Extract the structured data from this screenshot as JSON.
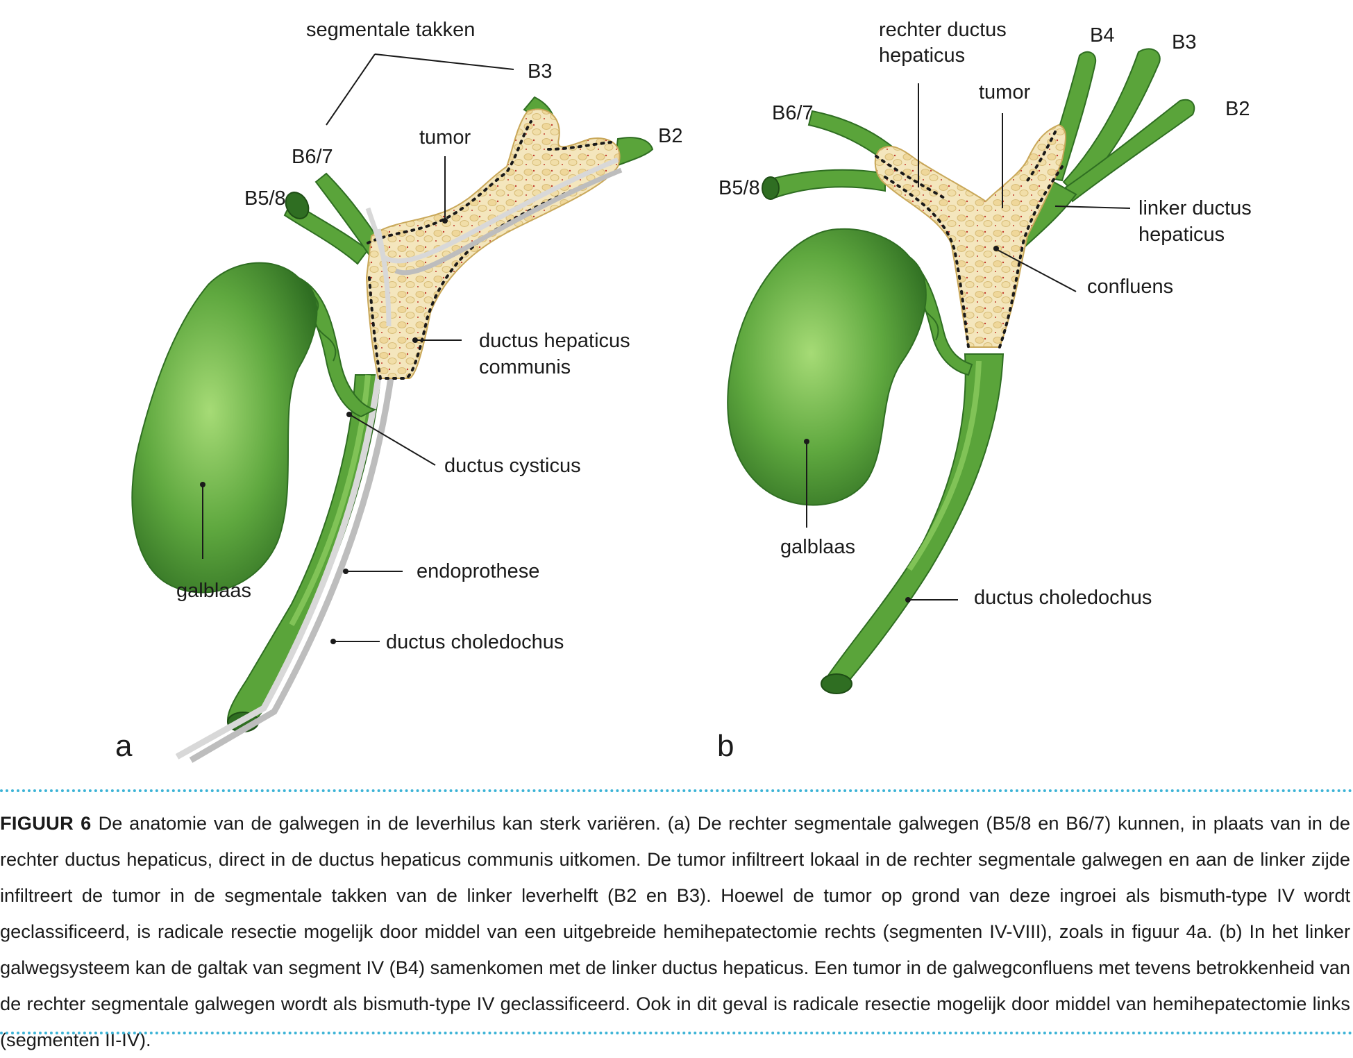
{
  "panels": {
    "a": {
      "letter": "a",
      "labels": {
        "segmentale_takken": "segmentale takken",
        "b3": "B3",
        "b2": "B2",
        "b6_7": "B6/7",
        "b5_8": "B5/8",
        "tumor": "tumor",
        "ductus_hepaticus_communis_1": "ductus hepaticus",
        "ductus_hepaticus_communis_2": "communis",
        "ductus_cysticus": "ductus cysticus",
        "endoprothese": "endoprothese",
        "ductus_choledochus": "ductus choledochus",
        "galblaas": "galblaas"
      }
    },
    "b": {
      "letter": "b",
      "labels": {
        "rechter_ductus_1": "rechter ductus",
        "rechter_ductus_2": "hepaticus",
        "b4": "B4",
        "b3": "B3",
        "b2": "B2",
        "b6_7": "B6/7",
        "b5_8": "B5/8",
        "tumor": "tumor",
        "linker_ductus_1": "linker ductus",
        "linker_ductus_2": "hepaticus",
        "confluens": "confluens",
        "galblaas": "galblaas",
        "ductus_choledochus": "ductus choledochus"
      }
    }
  },
  "caption": {
    "figure_label": "FIGUUR 6",
    "text": "De anatomie van de galwegen in de leverhilus kan sterk variëren. (a) De rechter segmentale galwegen (B5/8 en B6/7) kunnen, in plaats van in de rechter ductus hepaticus, direct in de ductus hepaticus communis uitkomen. De tumor infiltreert lokaal in de rechter segmentale galwegen en aan de linker zijde infiltreert de tumor in de segmentale takken van de linker leverhelft (B2 en B3). Hoewel de tumor op grond van deze ingroei als bismuth-type IV wordt geclassificeerd, is radicale resectie mogelijk door middel van een uitgebreide hemihepatectomie rechts (segmenten IV-VIII), zoals in figuur 4a. (b) In het linker galwegsysteem kan de galtak van segment IV (B4) samenkomen met de linker ductus hepaticus.  Een tumor in de galwegconfluens met tevens betrokkenheid van de rechter segmentale galwegen wordt als bismuth-type IV geclassificeerd. Ook in dit geval is radicale resectie mogelijk door middel van hemihepatectomie links (segmenten II-IV)."
  },
  "colors": {
    "duct_green": "#4f9a36",
    "duct_green_light": "#8ccf5a",
    "duct_green_dark": "#2f6e22",
    "tumor_fill": "#f3e2b4",
    "tumor_speckle": "#c9a85a",
    "stent": "#c9c9c9",
    "divider": "#3bb3d6"
  }
}
